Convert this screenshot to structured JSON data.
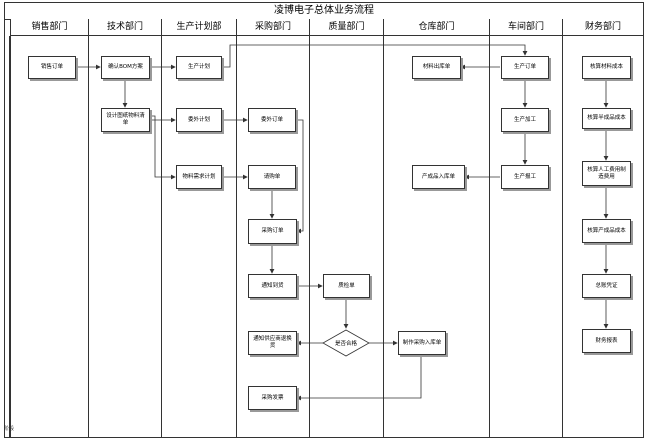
{
  "title": "凌博电子总体业务流程",
  "side_label": "阶段",
  "lanes": {
    "sales": "销售部门",
    "tech": "技术部门",
    "plan": "生产计划部",
    "purchase": "采购部门",
    "quality": "质量部门",
    "warehouse": "仓库部门",
    "workshop": "车间部门",
    "finance": "财务部门"
  },
  "nodes": {
    "sales_order": "销售订单",
    "confirm_bom": "确认BOM方案",
    "design_bom": "设计图纸物料清单",
    "prod_plan": "生产计划",
    "outsource_plan": "委外计划",
    "material_plan": "物料需求计划",
    "outsource_order": "委外订单",
    "requisition": "请购单",
    "purchase_order": "采购订单",
    "arrival_notice": "通知到货",
    "inspection": "质检单",
    "qualified": "是否合格",
    "return_notice": "通知供应商退换货",
    "purchase_invoice": "采购发票",
    "purchase_inbound": "制作采购入库单",
    "material_outbound": "材料出库单",
    "finished_inbound": "产成品入库单",
    "production_order": "生产订单",
    "production_work": "生产加工",
    "production_report": "生产报工",
    "cost_material": "核算材料成本",
    "cost_semi": "核算半成品成本",
    "cost_labor": "核算人工费用制造费用",
    "cost_finished": "核算产成品成本",
    "voucher": "总账凭证",
    "financial_report": "财务报表"
  }
}
